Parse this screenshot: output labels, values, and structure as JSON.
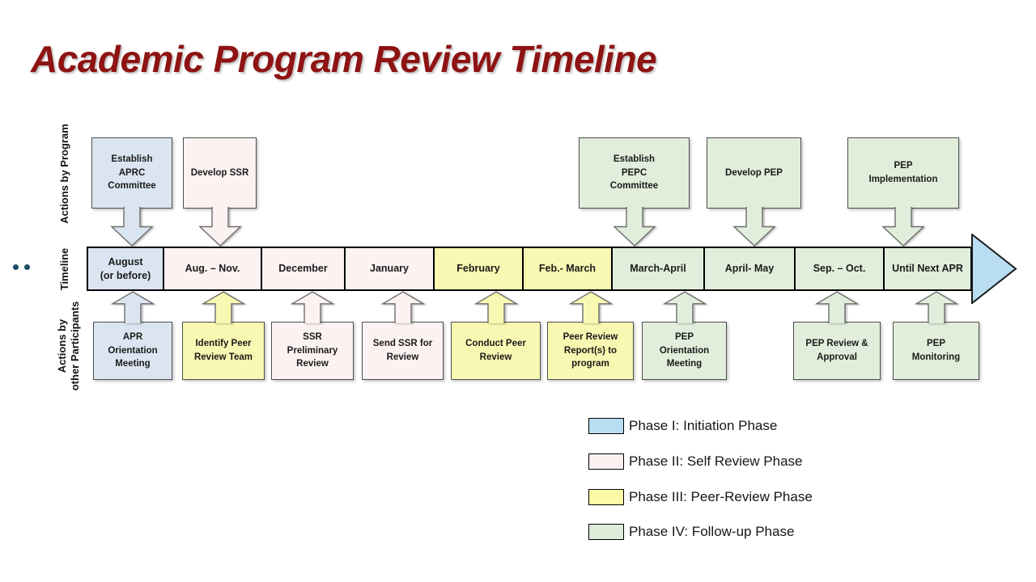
{
  "title": "Academic Program Review Timeline",
  "colors": {
    "title": "#8e1313",
    "dot": "#1d4e63",
    "phase1": "#dbe5f1",
    "phase2": "#fdf2f2",
    "phase3": "#f9f8b2",
    "phase4": "#e1eedb",
    "legend1": "#b9ddf1",
    "legend2": "#fdf0f1",
    "legend3": "#fbf9a5",
    "legend4": "#ddebd8",
    "arrow": "#b9ddf1"
  },
  "side_labels": {
    "top": "Actions by Program",
    "middle": "Timeline",
    "bottom_line1": "Actions by",
    "bottom_line2": "other Participants"
  },
  "timeline": {
    "cells": [
      {
        "label": "August\n(or before)",
        "phase": "I"
      },
      {
        "label": "Aug. – Nov.",
        "phase": "II"
      },
      {
        "label": "December",
        "phase": "II"
      },
      {
        "label": "January",
        "phase": "II"
      },
      {
        "label": "February",
        "phase": "III"
      },
      {
        "label": "Feb.- March",
        "phase": "III"
      },
      {
        "label": "March-April",
        "phase": "IV"
      },
      {
        "label": "April- May",
        "phase": "IV"
      },
      {
        "label": "Sep. – Oct.",
        "phase": "IV"
      },
      {
        "label": "Until Next APR",
        "phase": "IV"
      }
    ]
  },
  "top_actions": [
    {
      "label": "Establish\nAPRC\nCommittee",
      "phase": "I"
    },
    {
      "label": "Develop SSR",
      "phase": "II"
    },
    {
      "label": "Establish\nPEPC\nCommittee",
      "phase": "IV"
    },
    {
      "label": "Develop PEP",
      "phase": "IV"
    },
    {
      "label": "PEP\nImplementation",
      "phase": "IV"
    }
  ],
  "bottom_actions": [
    {
      "label": "APR\nOrientation\nMeeting",
      "phase": "I"
    },
    {
      "label": "Identify Peer\nReview Team",
      "phase": "III"
    },
    {
      "label": "SSR\nPreliminary\nReview",
      "phase": "II"
    },
    {
      "label": "Send SSR for\nReview",
      "phase": "II"
    },
    {
      "label": "Conduct Peer\nReview",
      "phase": "III"
    },
    {
      "label": "Peer Review\nReport(s) to\nprogram",
      "phase": "III"
    },
    {
      "label": "PEP\nOrientation\nMeeting",
      "phase": "IV"
    },
    {
      "label": "PEP Review &\nApproval",
      "phase": "IV"
    },
    {
      "label": "PEP\nMonitoring",
      "phase": "IV"
    }
  ],
  "legend": [
    {
      "label": "Phase I: Initiation Phase"
    },
    {
      "label": "Phase II: Self Review Phase"
    },
    {
      "label": "Phase III: Peer-Review Phase"
    },
    {
      "label": "Phase IV: Follow-up Phase"
    }
  ]
}
